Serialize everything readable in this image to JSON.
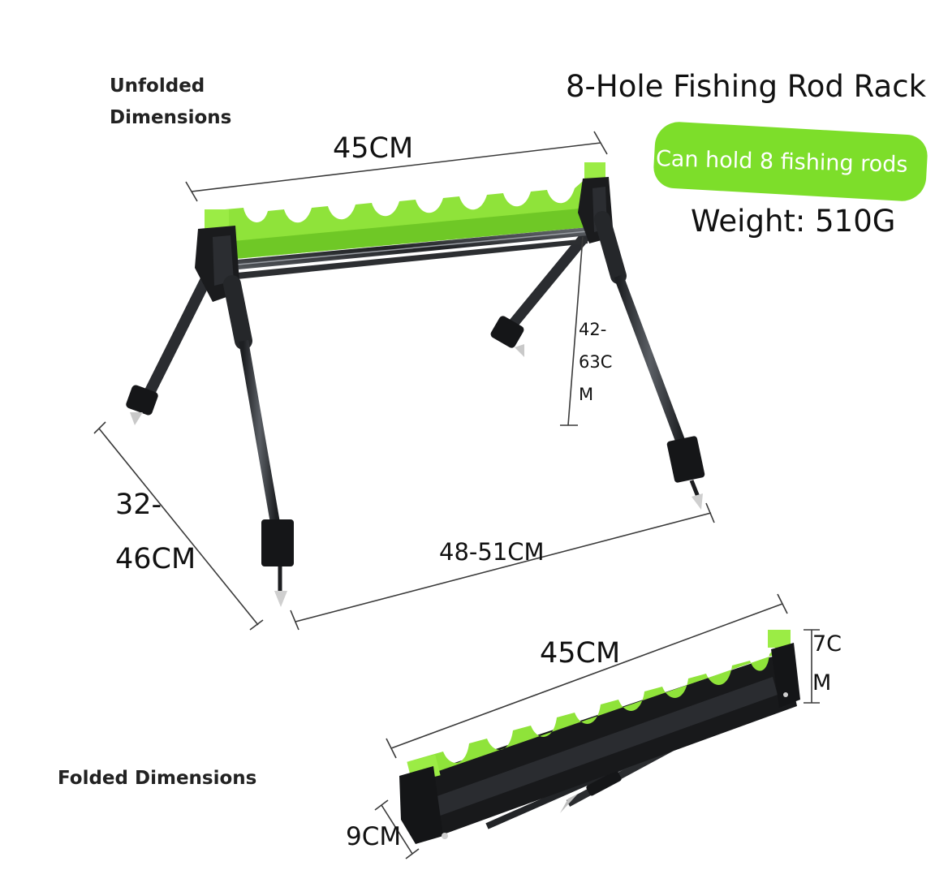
{
  "product_title": "8-Hole Fishing Rod Rack",
  "capacity_badge": "Can hold 8 fishing rods",
  "weight": "Weight: 510G",
  "unfolded": {
    "heading_line1": "Unfolded",
    "heading_line2": "Dimensions",
    "top_length": "45CM",
    "height_line1": "42-",
    "height_line2": "63C",
    "height_line3": "M",
    "depth_line1": "32-",
    "depth_line2": "46CM",
    "leg_span": "48-51CM"
  },
  "folded": {
    "heading": "Folded Dimensions",
    "length": "45CM",
    "height_line1": "7C",
    "height_line2": "M",
    "width": "9CM"
  },
  "colors": {
    "accent_green": "#7dde2a",
    "rack_black": "#1c1c1e",
    "rod_gray": "#3a3d42"
  }
}
